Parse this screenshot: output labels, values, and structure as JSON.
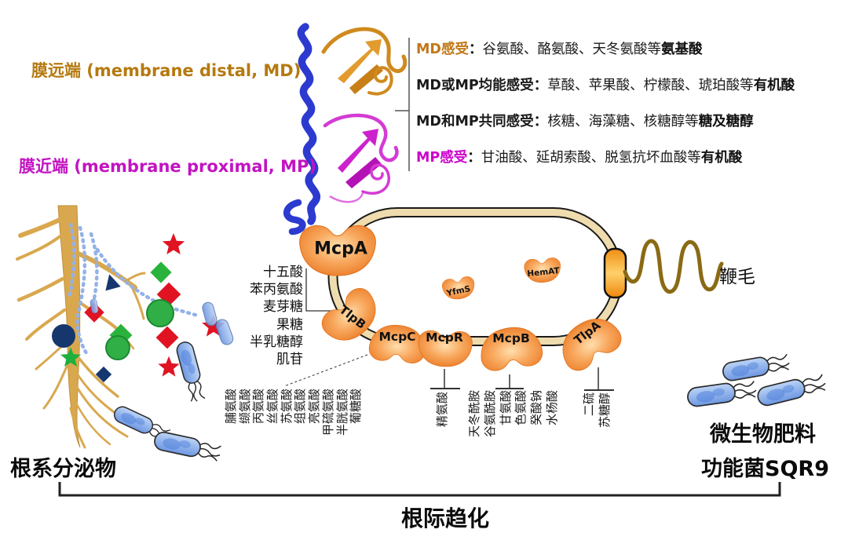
{
  "figure": {
    "md_label": "膜远端 (membrane distal, MD)",
    "mp_label": "膜近端 (membrane proximal, MP)",
    "flagellum_label": "鞭毛",
    "root_exudates_label": "根系分泌物",
    "biofertilizer_label_line1": "微生物肥料",
    "biofertilizer_label_line2": "功能菌SQR9",
    "chemotaxis_label": "根际趋化"
  },
  "sensing_panel": {
    "lines": [
      {
        "lead": "MD感受",
        "body": "谷氨酸、酪氨酸、天冬氨酸等",
        "tail": "氨基酸",
        "lead_color": "#c07818"
      },
      {
        "lead": "MD或MP均能感受",
        "body": "草酸、苹果酸、柠檬酸、琥珀酸等",
        "tail": "有机酸",
        "lead_color": "#1a1a1a"
      },
      {
        "lead": "MD和MP共同感受",
        "body": "核糖、海藻糖、核糖醇等",
        "tail": "糖及糖醇",
        "lead_color": "#1a1a1a"
      },
      {
        "lead": "MP感受",
        "body": "甘油酸、延胡索酸、脱氢抗坏血酸等",
        "tail": "有机酸",
        "lead_color": "#cc00cc"
      }
    ]
  },
  "receptors": {
    "mcpa": "McpA",
    "tlpb": "TlpB",
    "mcpc": "McpC",
    "mcpr": "McpR",
    "mcpb": "McpB",
    "tlpa": "TlpA",
    "yfms": "YfmS",
    "hemat": "HemAT"
  },
  "ligands": {
    "tlpb_list": [
      "十五酸",
      "苯丙氨酸",
      "麦芽糖",
      "果糖",
      "半乳糖醇",
      "肌苷"
    ],
    "mcpc_list": [
      "脯氨酸",
      "缬氨酸",
      "丙氨酸",
      "丝氨酸",
      "苏氨酸",
      "组氨酸",
      "亮氨酸",
      "甲硫氨酸",
      "半胱氨酸",
      "葡糖酸"
    ],
    "mcpr_list": [
      "精氨酸"
    ],
    "mcpb_list": [
      "天冬酰胺",
      "谷氨酰胺",
      "甘氨酸",
      "色氨酸",
      "癸酸钠",
      "水杨酸"
    ],
    "tlpa_list": [
      "二硫",
      "苏糖醇"
    ]
  },
  "colors": {
    "md_accent": "#b5790f",
    "mp_accent": "#c213c2",
    "receptor_orange": "#ee7f1f",
    "membrane_tan": "#efdcae",
    "bacteria_blue": "#6f9ce8",
    "root_tan": "#d9a84e",
    "flagellum_gold": "#8a6a14",
    "exudate_red": "#e01322",
    "exudate_green": "#2ab33c",
    "exudate_navy": "#16366e"
  }
}
